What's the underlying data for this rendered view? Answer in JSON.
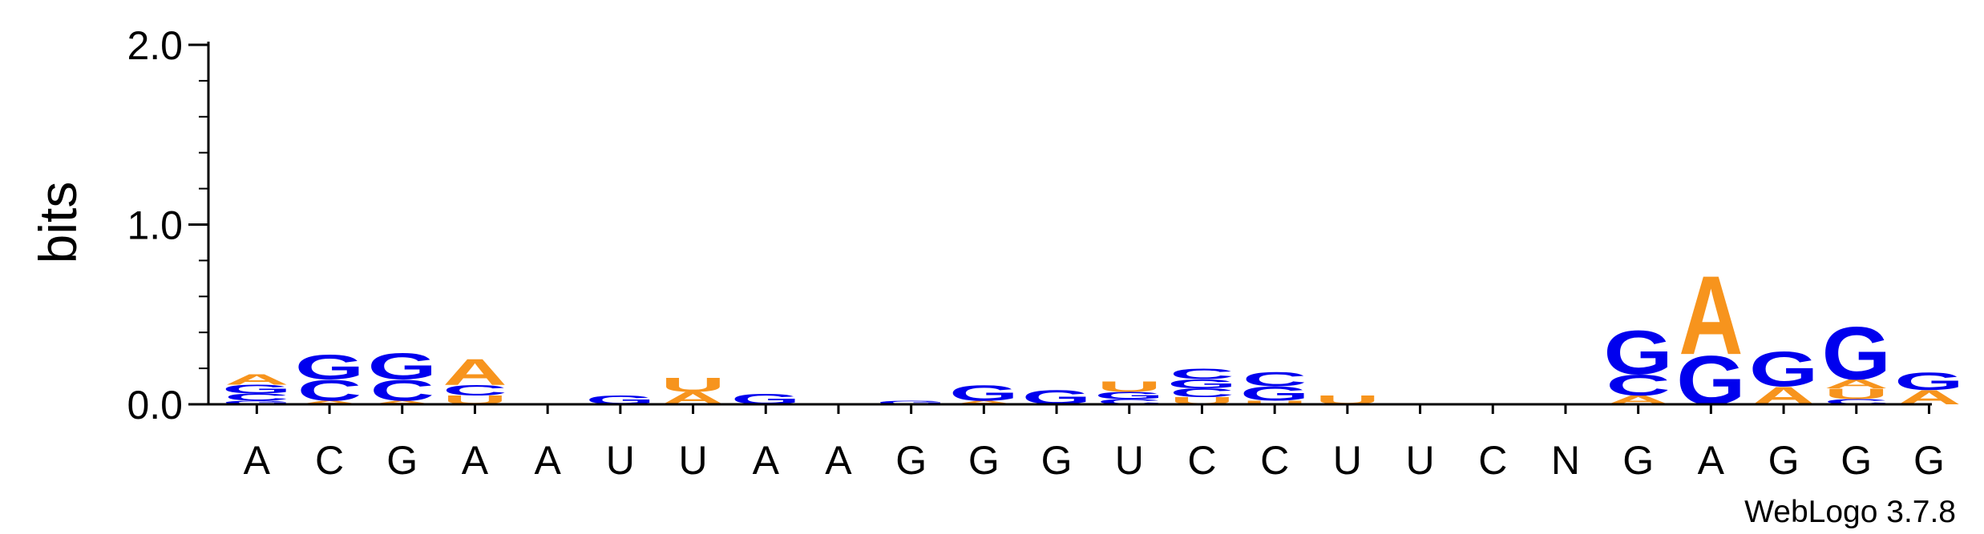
{
  "chart_data": {
    "type": "sequence-logo",
    "ylabel": "bits",
    "ylim": [
      0,
      2
    ],
    "yticks": [
      "0.0",
      "1.0",
      "2.0"
    ],
    "credit": "WebLogo 3.7.8",
    "colors": {
      "A": "#f7941d",
      "U": "#f7941d",
      "G": "#0000ee",
      "C": "#0000ee"
    },
    "positions": [
      {
        "label": "A",
        "stack": [
          {
            "letter": "G",
            "bits": 0.02
          },
          {
            "letter": "C",
            "bits": 0.04
          },
          {
            "letter": "G",
            "bits": 0.05
          },
          {
            "letter": "A",
            "bits": 0.06
          }
        ]
      },
      {
        "label": "C",
        "stack": [
          {
            "letter": "A",
            "bits": 0.02
          },
          {
            "letter": "C",
            "bits": 0.12
          },
          {
            "letter": "G",
            "bits": 0.14
          }
        ]
      },
      {
        "label": "G",
        "stack": [
          {
            "letter": "A",
            "bits": 0.02
          },
          {
            "letter": "C",
            "bits": 0.12
          },
          {
            "letter": "G",
            "bits": 0.15
          }
        ]
      },
      {
        "label": "A",
        "stack": [
          {
            "letter": "U",
            "bits": 0.05
          },
          {
            "letter": "C",
            "bits": 0.06
          },
          {
            "letter": "A",
            "bits": 0.15
          }
        ]
      },
      {
        "label": "A",
        "stack": []
      },
      {
        "label": "U",
        "stack": [
          {
            "letter": "G",
            "bits": 0.05
          }
        ]
      },
      {
        "label": "U",
        "stack": [
          {
            "letter": "A",
            "bits": 0.07
          },
          {
            "letter": "U",
            "bits": 0.08
          }
        ]
      },
      {
        "label": "A",
        "stack": [
          {
            "letter": "G",
            "bits": 0.06
          }
        ]
      },
      {
        "label": "A",
        "stack": []
      },
      {
        "label": "G",
        "stack": [
          {
            "letter": "G",
            "bits": 0.02
          }
        ]
      },
      {
        "label": "G",
        "stack": [
          {
            "letter": "A",
            "bits": 0.02
          },
          {
            "letter": "G",
            "bits": 0.09
          }
        ]
      },
      {
        "label": "G",
        "stack": [
          {
            "letter": "G",
            "bits": 0.08
          }
        ]
      },
      {
        "label": "U",
        "stack": [
          {
            "letter": "C",
            "bits": 0.03
          },
          {
            "letter": "G",
            "bits": 0.04
          },
          {
            "letter": "U",
            "bits": 0.06
          }
        ]
      },
      {
        "label": "C",
        "stack": [
          {
            "letter": "U",
            "bits": 0.04
          },
          {
            "letter": "C",
            "bits": 0.05
          },
          {
            "letter": "G",
            "bits": 0.05
          },
          {
            "letter": "C",
            "bits": 0.06
          }
        ]
      },
      {
        "label": "C",
        "stack": [
          {
            "letter": "U",
            "bits": 0.02
          },
          {
            "letter": "G",
            "bits": 0.08
          },
          {
            "letter": "C",
            "bits": 0.08
          }
        ]
      },
      {
        "label": "U",
        "stack": [
          {
            "letter": "U",
            "bits": 0.05
          }
        ]
      },
      {
        "label": "U",
        "stack": []
      },
      {
        "label": "C",
        "stack": []
      },
      {
        "label": "N",
        "stack": []
      },
      {
        "label": "G",
        "stack": [
          {
            "letter": "A",
            "bits": 0.05
          },
          {
            "letter": "C",
            "bits": 0.12
          },
          {
            "letter": "G",
            "bits": 0.25
          }
        ]
      },
      {
        "label": "A",
        "stack": [
          {
            "letter": "G",
            "bits": 0.28
          },
          {
            "letter": "A",
            "bits": 0.45
          }
        ]
      },
      {
        "label": "G",
        "stack": [
          {
            "letter": "A",
            "bits": 0.1
          },
          {
            "letter": "G",
            "bits": 0.2
          }
        ]
      },
      {
        "label": "G",
        "stack": [
          {
            "letter": "C",
            "bits": 0.03
          },
          {
            "letter": "U",
            "bits": 0.06
          },
          {
            "letter": "A",
            "bits": 0.05
          },
          {
            "letter": "G",
            "bits": 0.3
          }
        ]
      },
      {
        "label": "G",
        "stack": [
          {
            "letter": "A",
            "bits": 0.08
          },
          {
            "letter": "G",
            "bits": 0.1
          }
        ]
      }
    ]
  }
}
